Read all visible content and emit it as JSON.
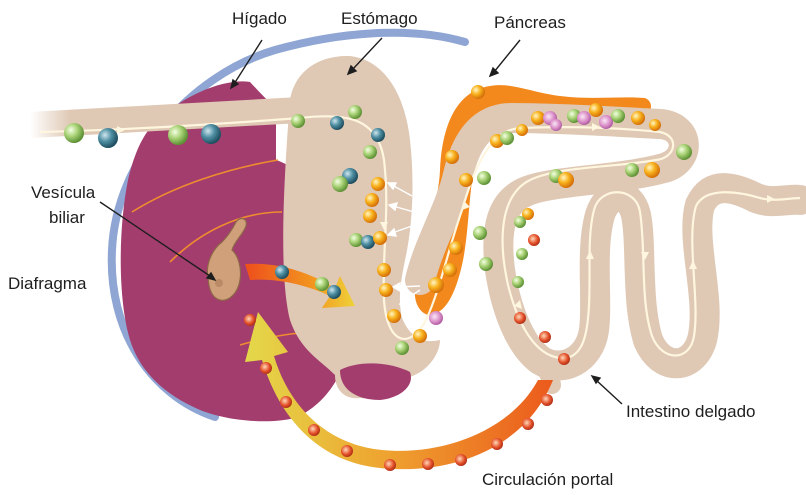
{
  "labels": {
    "liver": "Hígado",
    "stomach": "Estómago",
    "pancreas": "Páncreas",
    "gallbladder_line1": "Vesícula",
    "gallbladder_line2": "biliar",
    "diaphragm": "Diafragma",
    "small_intestine": "Intestino delgado",
    "portal_circulation": "Circulación portal"
  },
  "colors": {
    "liver": "#a33d6e",
    "liver_line": "#e77d23",
    "stomach": "#dfc8b4",
    "pancreas": "#f3891d",
    "intestine": "#dfc8b4",
    "diaphragm": "#8fa6d4",
    "flow_line": "#fff6df",
    "arrow_white": "#ffffff",
    "portal_start": "#e3d34a",
    "portal_end": "#ee6a1e",
    "particle_green": "#9cc865",
    "particle_teal": "#3f8295",
    "particle_orange": "#f6a41b",
    "particle_pink": "#d78bc3"
  }
}
